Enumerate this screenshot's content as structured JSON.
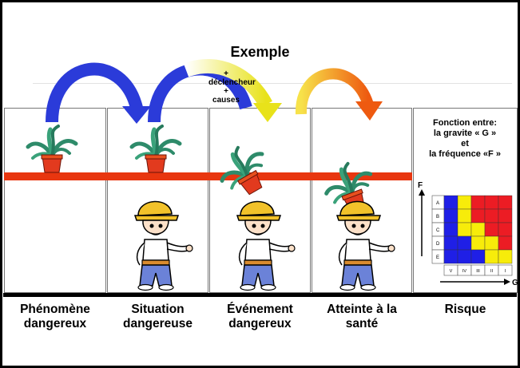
{
  "title": "Exemple",
  "arrow_label": {
    "line1": "+",
    "line2": "déclencheur",
    "line3": "+",
    "line4": "causes"
  },
  "captions": [
    {
      "line1": "Phénomène",
      "line2": "dangereux"
    },
    {
      "line1": "Situation",
      "line2": "dangereuse"
    },
    {
      "line1": "Événement",
      "line2": "dangereux"
    },
    {
      "line1": "Atteinte à la",
      "line2": "santé"
    },
    {
      "line1": "Risque",
      "line2": ""
    }
  ],
  "risk_box": {
    "line1": "Fonction entre:",
    "line2": "la gravite « G »",
    "line3": "et",
    "line4": "la fréquence «F »"
  },
  "matrix": {
    "f_axis_label": "F",
    "g_axis_label": "G",
    "row_labels": [
      "A",
      "B",
      "C",
      "D",
      "E"
    ],
    "col_labels": [
      "V",
      "IV",
      "III",
      "II",
      "I"
    ],
    "cells": [
      [
        "blue",
        "yellow",
        "red",
        "red",
        "red"
      ],
      [
        "blue",
        "yellow",
        "red",
        "red",
        "red"
      ],
      [
        "blue",
        "yellow",
        "yellow",
        "red",
        "red"
      ],
      [
        "blue",
        "blue",
        "yellow",
        "yellow",
        "red"
      ],
      [
        "blue",
        "blue",
        "blue",
        "yellow",
        "yellow"
      ]
    ],
    "colors": {
      "blue": "#1f1fe6",
      "yellow": "#f7ec0a",
      "red": "#ec1c24"
    }
  },
  "arrow_colors": [
    "#2b3bd9",
    "#2b3bd9",
    "#f2e84a",
    "#f07a1a"
  ],
  "danger_line_color": "#e8360f"
}
